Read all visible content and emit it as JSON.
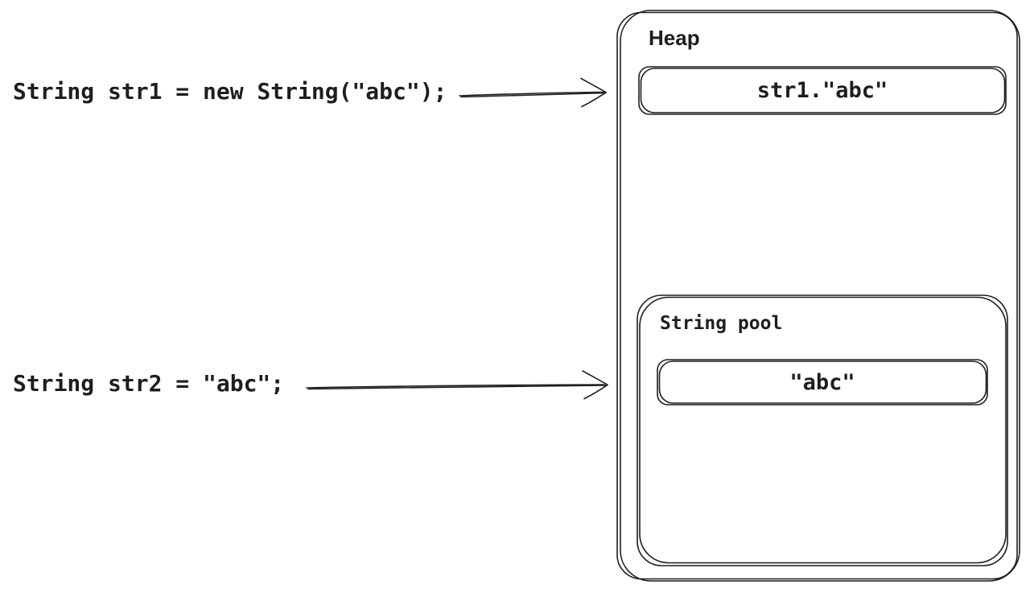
{
  "colors": {
    "stroke": "#1e1e1e",
    "background": "#ffffff"
  },
  "code": {
    "line1": "String str1 = new String(\"abc\");",
    "line2": "String str2 = \"abc\";"
  },
  "heap": {
    "label": "Heap",
    "object_box_text": "str1.\"abc\"",
    "string_pool": {
      "label": "String pool",
      "literal_box_text": "\"abc\""
    }
  }
}
